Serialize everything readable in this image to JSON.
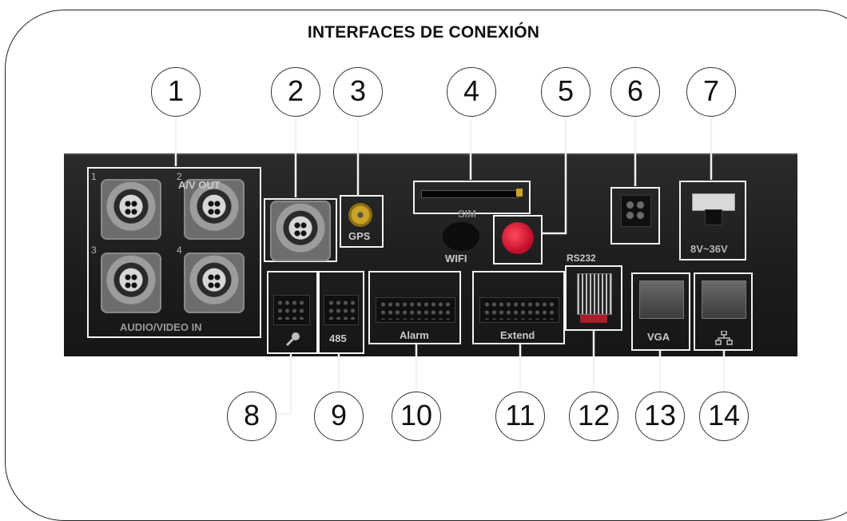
{
  "title": "INTERFACES DE CONEXIÓN",
  "callouts": [
    "1",
    "2",
    "3",
    "4",
    "5",
    "6",
    "7",
    "8",
    "9",
    "10",
    "11",
    "12",
    "13",
    "14"
  ],
  "panel_labels": {
    "av_out": "A/V OUT",
    "gps": "GPS",
    "sim": "SIM",
    "wifi": "WIFI",
    "rs232": "RS232",
    "voltage": "8V~36V",
    "audio_video_in": "AUDIO/VIDEO IN",
    "port_485": "485",
    "alarm": "Alarm",
    "extend": "Extend",
    "vga": "VGA",
    "ch1": "1",
    "ch2": "2",
    "ch3": "3",
    "ch4": "4"
  },
  "colors": {
    "panel": "#1e1e1e",
    "highlight": "#f2f2f2",
    "antenna_red": "#c8102e",
    "gps_gold": "#c9a227"
  },
  "icons": {
    "mic": "mic-icon",
    "network": "network-icon"
  }
}
